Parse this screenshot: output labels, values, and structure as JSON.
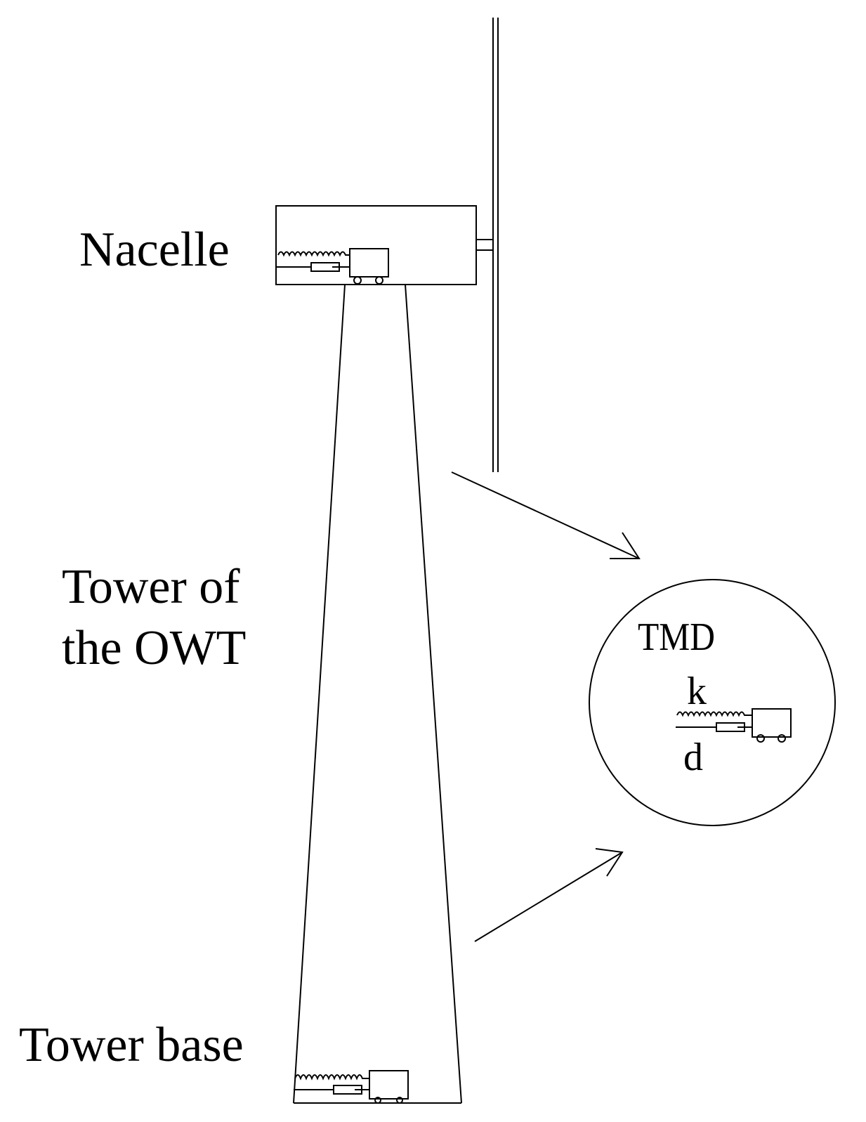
{
  "labels": {
    "nacelle": "Nacelle",
    "tower_line1": "Tower of",
    "tower_line2": "the OWT",
    "tower_base": "Tower base",
    "tmd": "TMD",
    "stiffness": "k",
    "damping": "d"
  },
  "colors": {
    "stroke": "#000000",
    "background": "#ffffff"
  }
}
